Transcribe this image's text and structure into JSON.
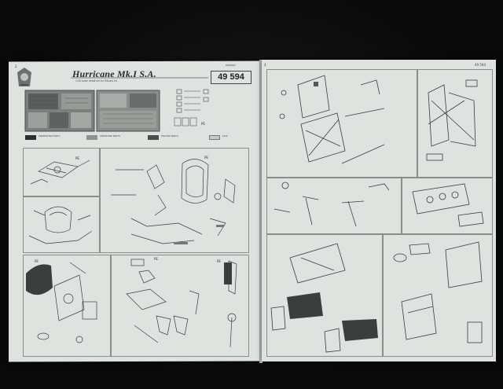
{
  "sheet_left": {
    "page_number": "2",
    "kit_title": "Hurricane Mk.I S.A.",
    "kit_subtitle": "1/48 scale detail set for Eduard kit",
    "kit_code": "49 594",
    "brand": "eduard",
    "legend": [
      {
        "swatch": "#2d2d2d",
        "text": "PREPAINTED PARTS"
      },
      {
        "swatch": "#8f928f",
        "text": "UNPAINTED PARTS"
      },
      {
        "swatch": "#4b4d4b",
        "text": "PAINTED PARTS"
      },
      {
        "swatch": "#c7cac8",
        "text": "FILM"
      }
    ],
    "callouts": [
      "PE",
      "PE",
      "PE",
      "PE",
      "PE",
      "PE"
    ]
  },
  "sheet_right": {
    "page_number": "4",
    "kit_code_short": "49 594"
  },
  "colors": {
    "paper": "#dfe3e0",
    "line": "#3a3d3b",
    "background": "#0b0b0b",
    "fret": "#7c807d"
  }
}
